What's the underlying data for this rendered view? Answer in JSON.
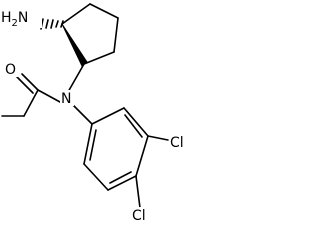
{
  "structure": {
    "atom_labels": {
      "amine": "H2N",
      "nitrogen": "N",
      "oxygen": "O",
      "chlorine_3": "Cl",
      "chlorine_4": "Cl"
    },
    "line_color": "#000000",
    "background": "#ffffff"
  }
}
